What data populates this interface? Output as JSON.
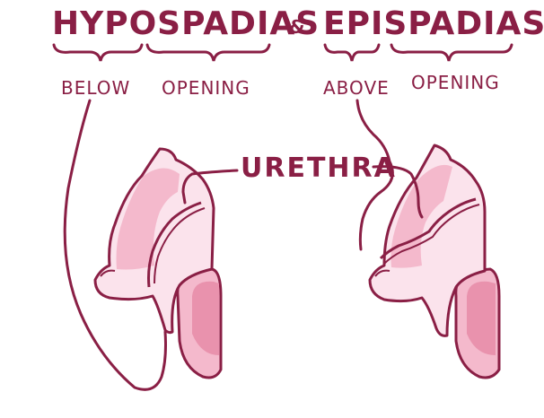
{
  "title_left": "HYPOSPADIAS",
  "title_amp": "&",
  "title_right": "EPISPADIAS",
  "label_below": "BELOW",
  "label_opening_left": "OPENING",
  "label_above": "ABOVE",
  "label_opening_right": "OPENING",
  "label_urethra": "URETHRA",
  "colors": {
    "ink": "#8a1f45",
    "skin_light": "#fbe3ec",
    "skin_mid": "#f4b9cc",
    "skin_dark": "#e992ad"
  }
}
